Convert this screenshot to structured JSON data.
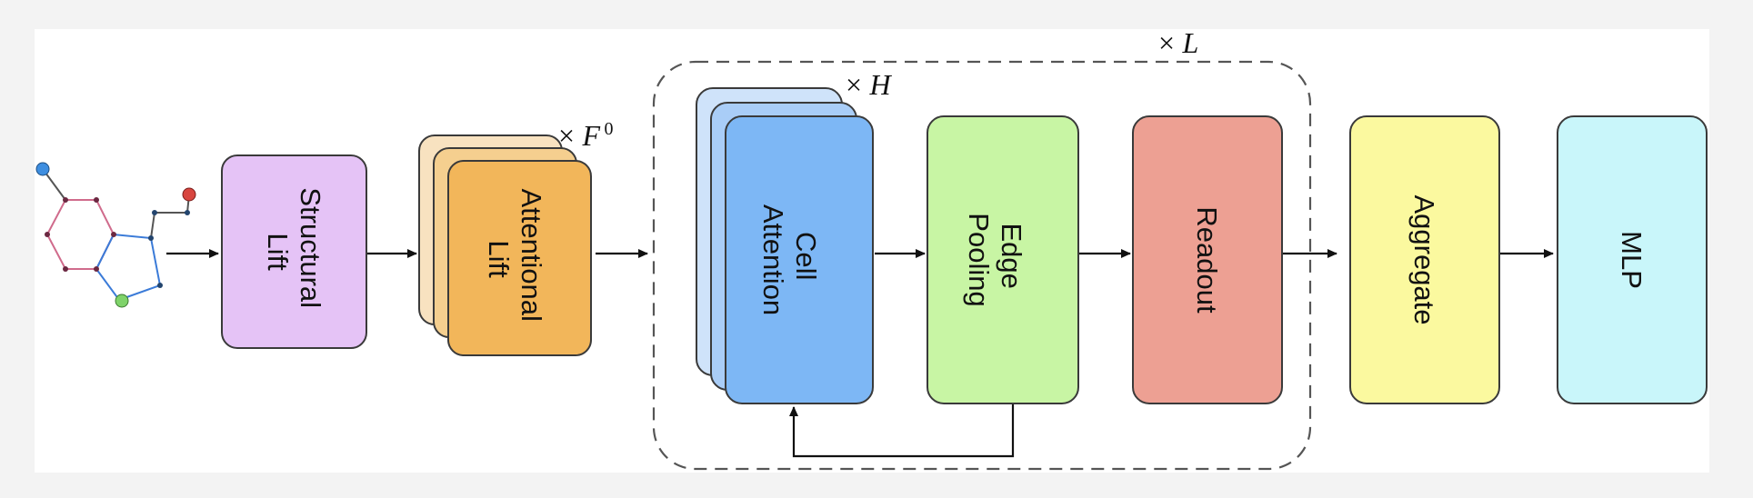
{
  "diagram": {
    "blocks": {
      "structural_lift": {
        "line1": "Structural",
        "line2": "Lift",
        "color": "#e5c3f6"
      },
      "attentional_lift": {
        "line1": "Attentional",
        "line2": "Lift",
        "color": "#f2b65a"
      },
      "cell_attention": {
        "line1": "Cell",
        "line2": "Attention",
        "color": "#7db7f5"
      },
      "edge_pooling": {
        "line1": "Edge",
        "line2": "Pooling",
        "color": "#c8f5a4"
      },
      "readout": {
        "label": "Readout",
        "color": "#eda093"
      },
      "aggregate": {
        "label": "Aggregate",
        "color": "#fbf99f"
      },
      "mlp": {
        "label": "MLP",
        "color": "#c9f6fa"
      }
    },
    "multipliers": {
      "attentional_heads": {
        "times": "×",
        "symbol": "F",
        "superscript": "0"
      },
      "cell_heads": {
        "times": "×",
        "symbol": "H"
      },
      "layers": {
        "times": "×",
        "symbol": "L"
      }
    },
    "molecule_icon": "molecule-graph-icon"
  }
}
